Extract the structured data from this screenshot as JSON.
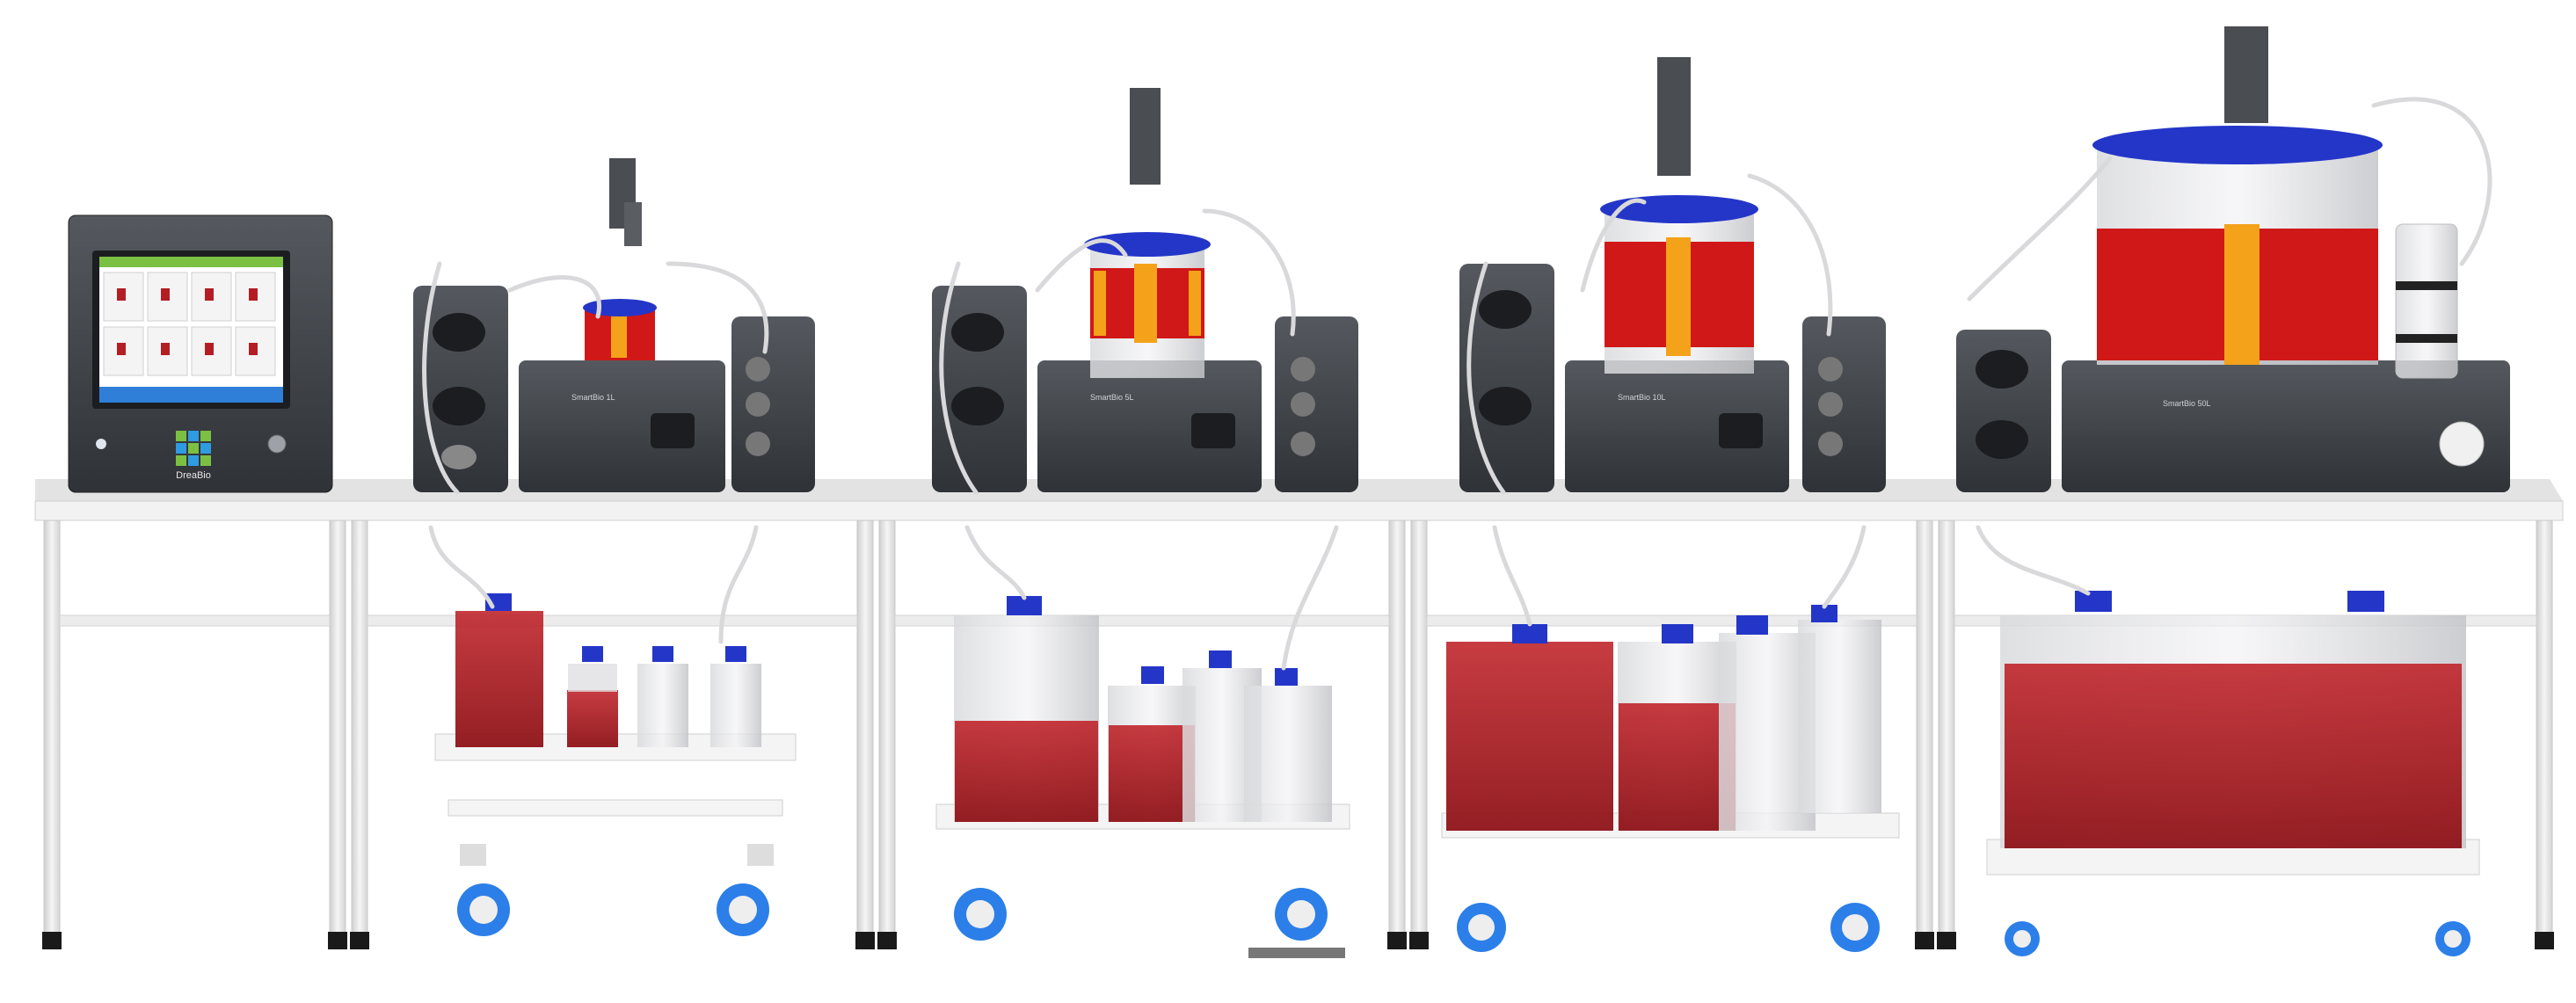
{
  "scene": {
    "background": "#ffffff",
    "colors": {
      "table_top": "#dcdcdc",
      "table_leg": "#e6e6e6",
      "device_body": "#3c3f44",
      "device_dark": "#26282c",
      "jacket_red": "#d01818",
      "jacket_orange": "#f4a21a",
      "lid_blue": "#2436c8",
      "medium_red": "#b0161c",
      "bottle_grey": "#c8c8cc",
      "caster_blue": "#2c7fe8",
      "tubing": "#e8e8ea"
    }
  },
  "controller": {
    "logo_text": "DreaBio",
    "screen_theme_color": "#7bc043"
  },
  "bioreactors": [
    {
      "label": "SmartBio 1L",
      "size": "small"
    },
    {
      "label": "SmartBio 5L",
      "size": "medium"
    },
    {
      "label": "SmartBio 10L",
      "size": "large"
    },
    {
      "label": "SmartBio 50L",
      "size": "xlarge"
    }
  ]
}
